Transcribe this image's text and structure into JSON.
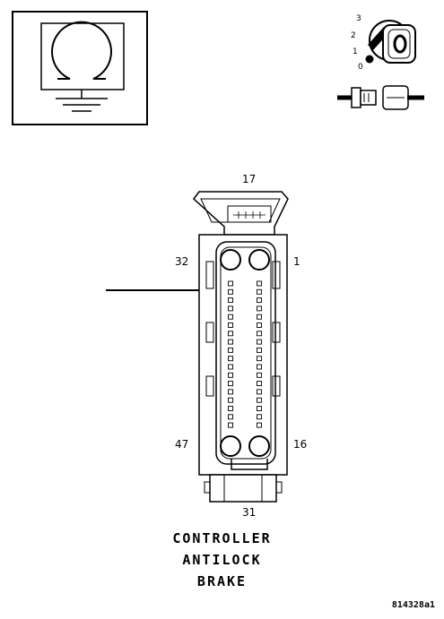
{
  "ignition_positions": [
    "3",
    "2",
    "1",
    "0"
  ],
  "connector": {
    "pin_top": "17",
    "pin_upper_left": "32",
    "pin_upper_right": "1",
    "pin_lower_left": "47",
    "pin_lower_right": "16",
    "pin_bottom": "31"
  },
  "caption": {
    "line1": "CONTROLLER",
    "line2": "ANTILOCK",
    "line3": "BRAKE"
  },
  "figure_id": "814328a1"
}
